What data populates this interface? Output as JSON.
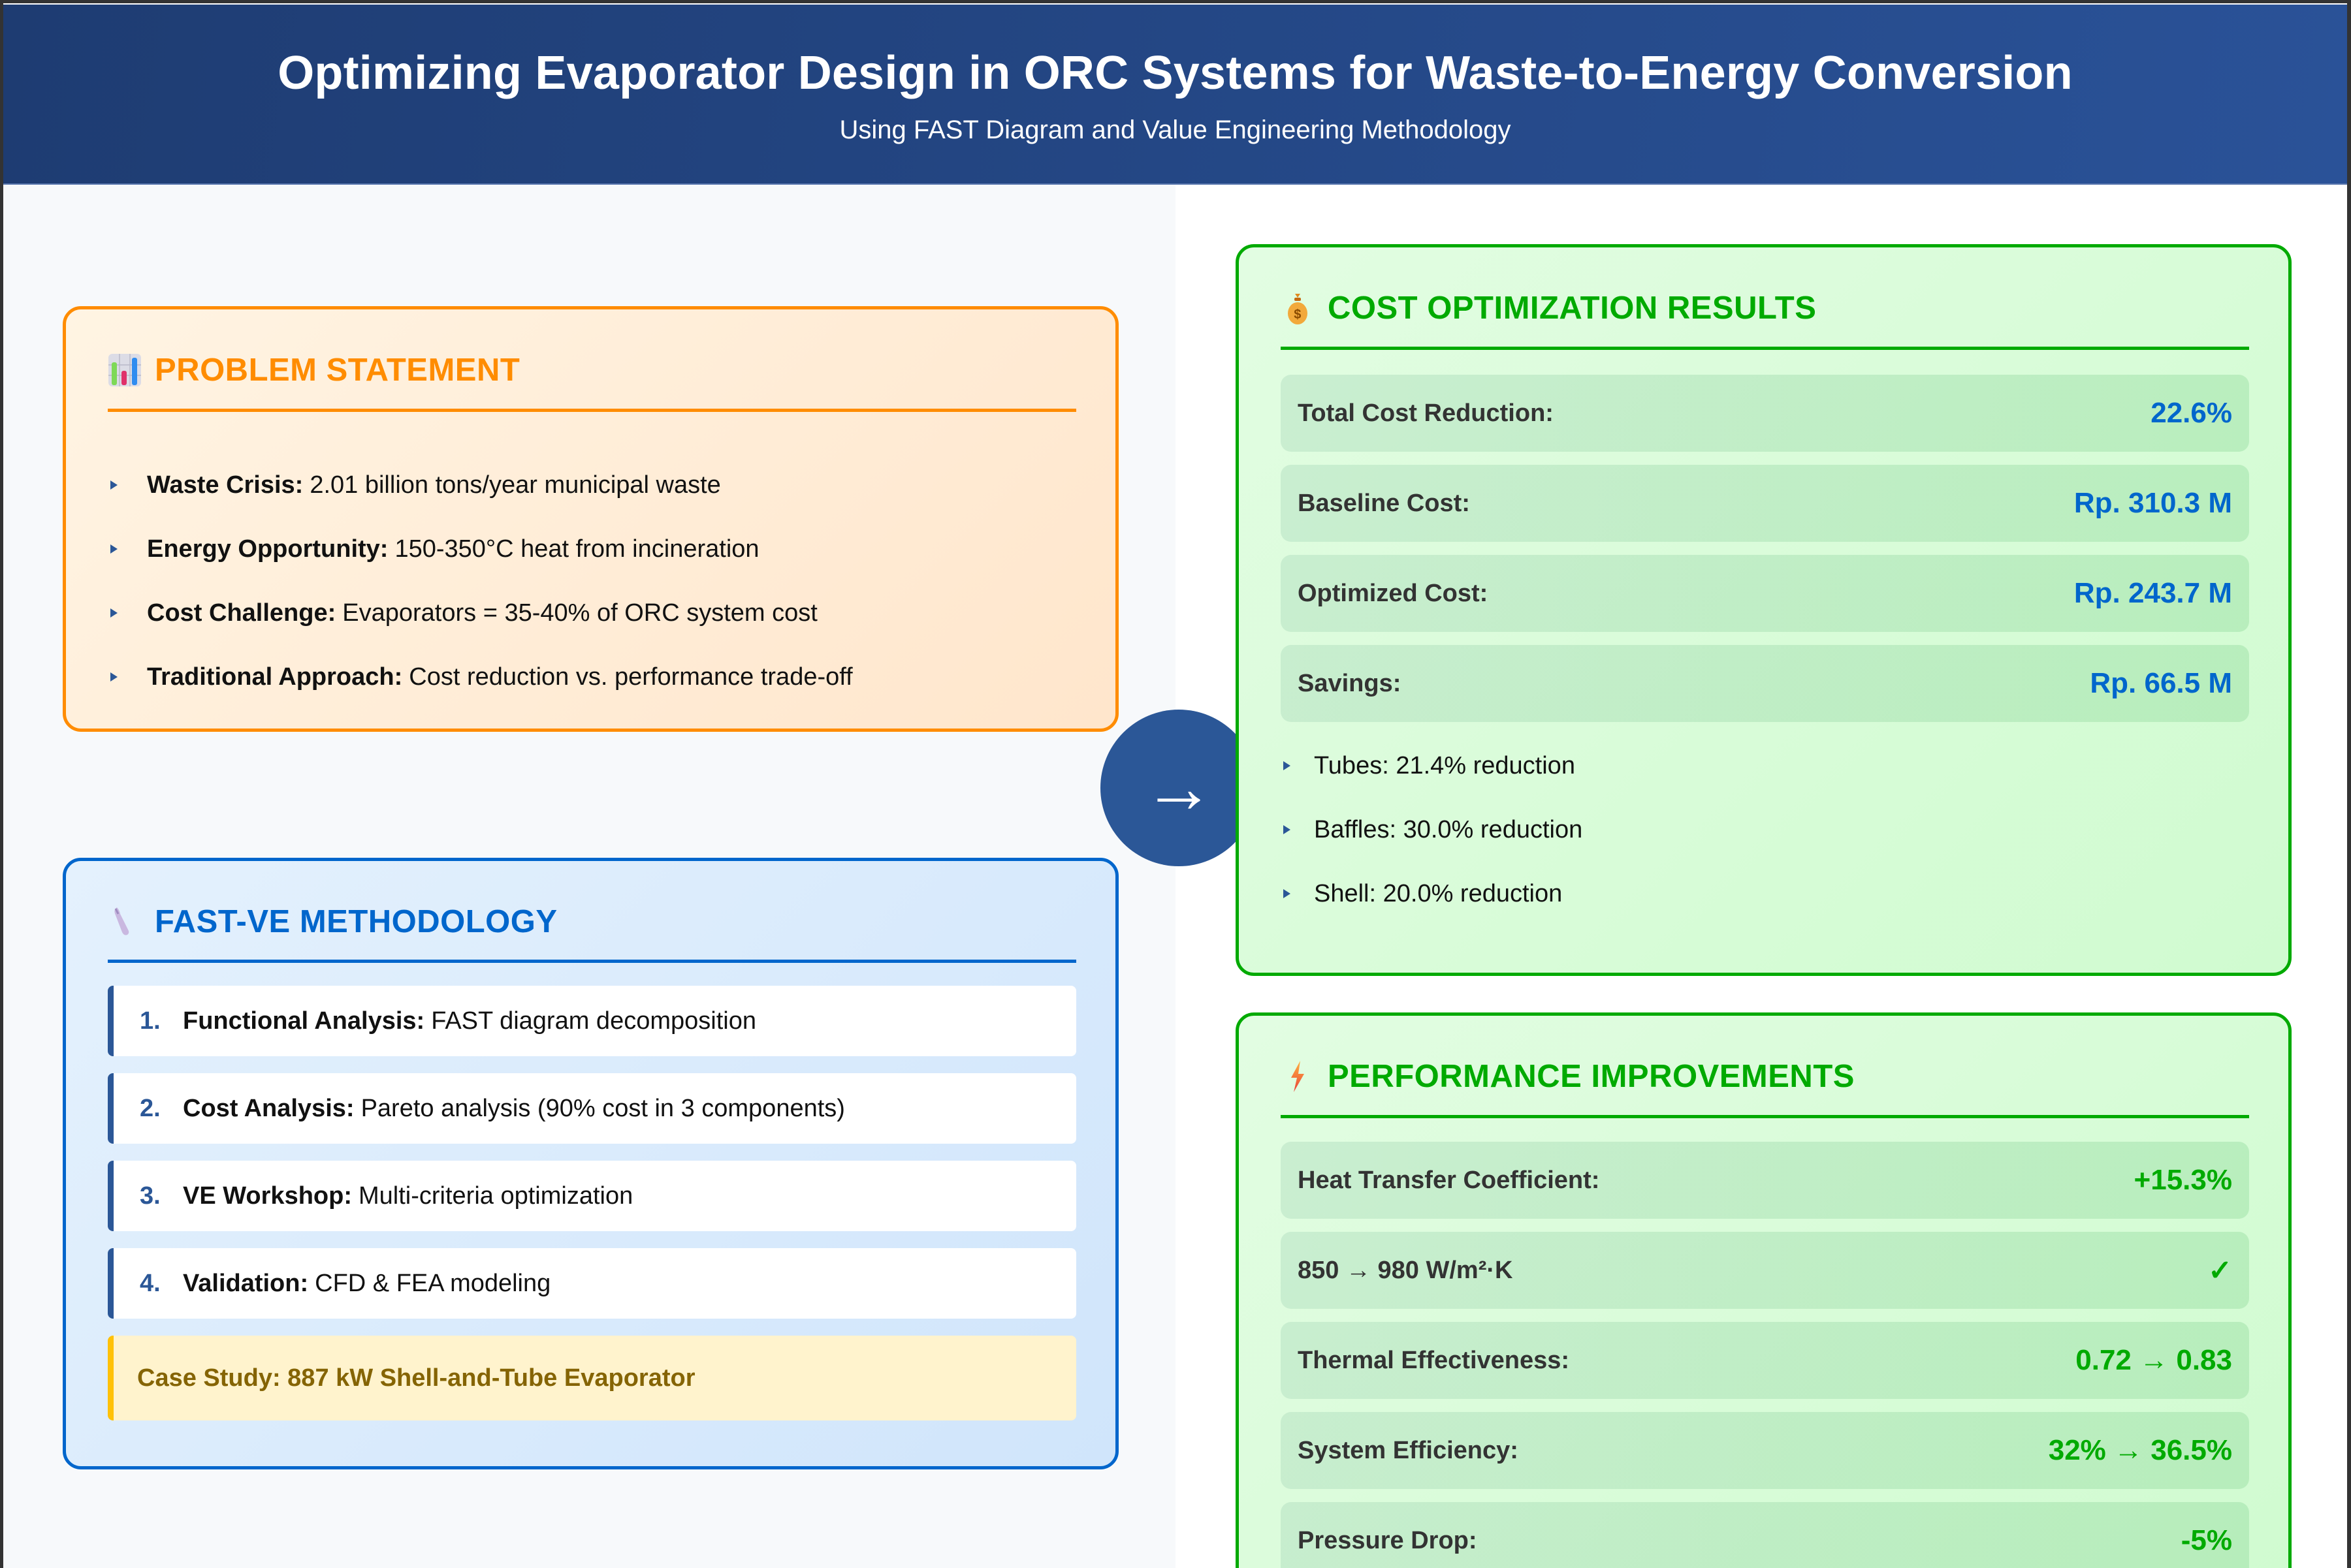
{
  "header": {
    "title": "Optimizing Evaporator Design in ORC Systems for Waste-to-Energy Conversion",
    "subtitle": "Using FAST Diagram and Value Engineering Methodology"
  },
  "colors": {
    "header_start": "#1e3c72",
    "header_end": "#2a5298",
    "problem_accent": "#ff8c00",
    "method_accent": "#0066cc",
    "results_accent": "#00aa00",
    "cost_value": "#0066cc",
    "arrow_bg": "#2b5797",
    "case_study_text": "#856404",
    "case_study_border": "#ffc107"
  },
  "problem": {
    "icon": "bar-chart-icon",
    "title": "PROBLEM STATEMENT",
    "items": [
      {
        "label": "Waste Crisis:",
        "text": "2.01 billion tons/year municipal waste"
      },
      {
        "label": "Energy Opportunity:",
        "text": "150-350°C heat from incineration"
      },
      {
        "label": "Cost Challenge:",
        "text": "Evaporators = 35-40% of ORC system cost"
      },
      {
        "label": "Traditional Approach:",
        "text": "Cost reduction vs. performance trade-off"
      }
    ]
  },
  "methodology": {
    "icon": "wrench-icon",
    "title": "FAST-VE METHODOLOGY",
    "steps": [
      {
        "num": "1.",
        "label": "Functional Analysis:",
        "text": "FAST diagram decomposition"
      },
      {
        "num": "2.",
        "label": "Cost Analysis:",
        "text": "Pareto analysis (90% cost in 3 components)"
      },
      {
        "num": "3.",
        "label": "VE Workshop:",
        "text": "Multi-criteria optimization"
      },
      {
        "num": "4.",
        "label": "Validation:",
        "text": "CFD & FEA modeling"
      }
    ],
    "case_study": "Case Study: 887 kW Shell-and-Tube Evaporator"
  },
  "flow_arrow": "→",
  "cost_results": {
    "icon": "money-bag-icon",
    "title": "COST OPTIMIZATION RESULTS",
    "metrics": [
      {
        "label": "Total Cost Reduction:",
        "value": "22.6%"
      },
      {
        "label": "Baseline Cost:",
        "value": "Rp. 310.3 M"
      },
      {
        "label": "Optimized Cost:",
        "value": "Rp. 243.7 M"
      },
      {
        "label": "Savings:",
        "value": "Rp. 66.5 M"
      }
    ],
    "breakdown": [
      "Tubes: 21.4% reduction",
      "Baffles: 30.0% reduction",
      "Shell: 20.0% reduction"
    ]
  },
  "performance": {
    "icon": "lightning-icon",
    "title": "PERFORMANCE IMPROVEMENTS",
    "metrics": [
      {
        "label": "Heat Transfer Coefficient:",
        "value": "+15.3%"
      },
      {
        "label": "850 → 980 W/m²·K",
        "value": "✓"
      },
      {
        "label": "Thermal Effectiveness:",
        "value": "0.72 → 0.83"
      },
      {
        "label": "System Efficiency:",
        "value": "32% → 36.5%"
      },
      {
        "label": "Pressure Drop:",
        "value": "-5%"
      }
    ]
  }
}
